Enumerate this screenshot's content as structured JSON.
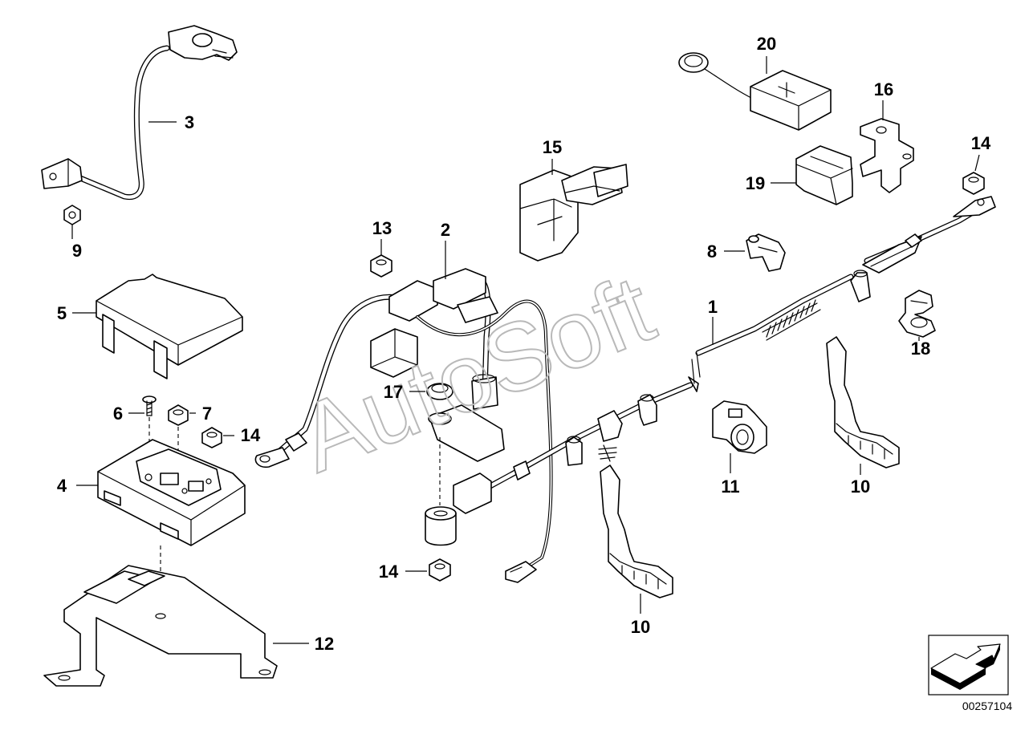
{
  "diagram": {
    "watermark": "AutoSoft",
    "document_number": "00257104",
    "callouts": [
      "1",
      "2",
      "3",
      "4",
      "5",
      "6",
      "7",
      "8",
      "9",
      "10",
      "10",
      "11",
      "12",
      "13",
      "14",
      "14",
      "14",
      "15",
      "16",
      "17",
      "18",
      "19",
      "20"
    ]
  },
  "colors": {
    "line": "#000000",
    "background": "#ffffff",
    "watermark": "#b9b9b9"
  },
  "icons": {
    "corner_badge": "arrow-icon"
  }
}
